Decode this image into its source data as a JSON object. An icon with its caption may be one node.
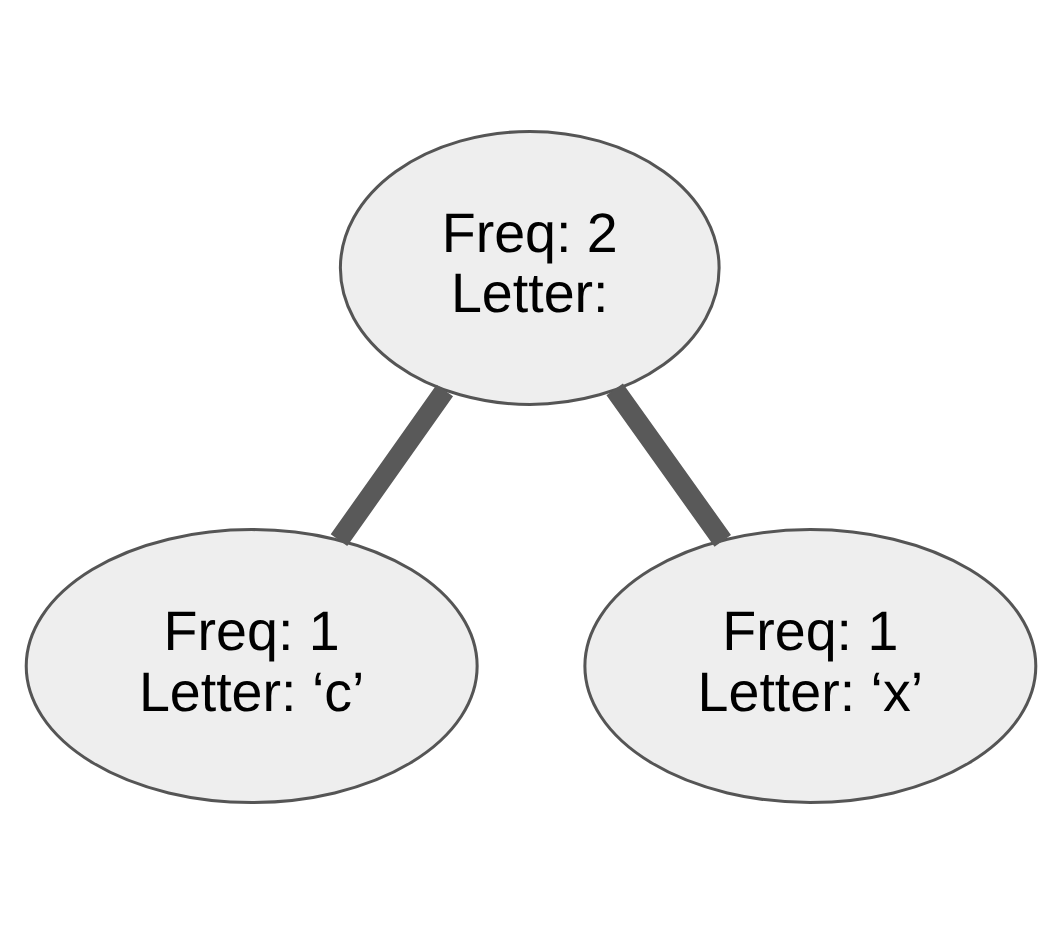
{
  "diagram": {
    "nodes": [
      {
        "text": [
          "Freq: 2",
          "Letter:"
        ]
      },
      {
        "text": [
          "Freq: 1",
          "Letter: ‘c’"
        ]
      },
      {
        "text": [
          "Freq: 1",
          "Letter: ‘x’"
        ]
      }
    ],
    "edges": [
      {
        "from": 0,
        "to": 1,
        "arrow": "none"
      },
      {
        "from": 0,
        "to": 2,
        "arrow": "none"
      }
    ]
  }
}
